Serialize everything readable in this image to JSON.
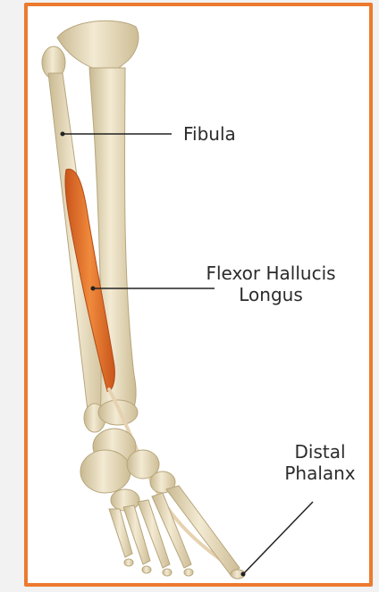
{
  "colors": {
    "frame_border": "#ec7a2f",
    "bone": "#eadfc2",
    "muscle": "#e8742a",
    "leader_line": "#222222",
    "label_text": "#2b2b2b"
  },
  "labels": {
    "fibula": "Fibula",
    "flexor_line1": "Flexor Hallucis",
    "flexor_line2": "Longus",
    "distal_line1": "Distal",
    "distal_line2": "Phalanx"
  }
}
